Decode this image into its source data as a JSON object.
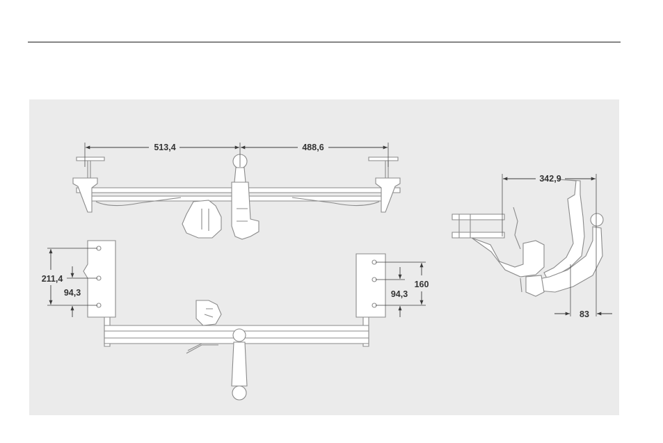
{
  "dimensions": {
    "top_left": "513,4",
    "top_right": "488,6",
    "side_length": "342,9",
    "side_offset": "83",
    "left_total": "211,4",
    "left_spacing": "94,3",
    "right_spacing": "94,3",
    "right_total": "160"
  },
  "colors": {
    "panel": "#ebebeb",
    "rule": "#1a1a1a",
    "part_stroke": "#8a8a8a",
    "dimension": "#333333"
  }
}
